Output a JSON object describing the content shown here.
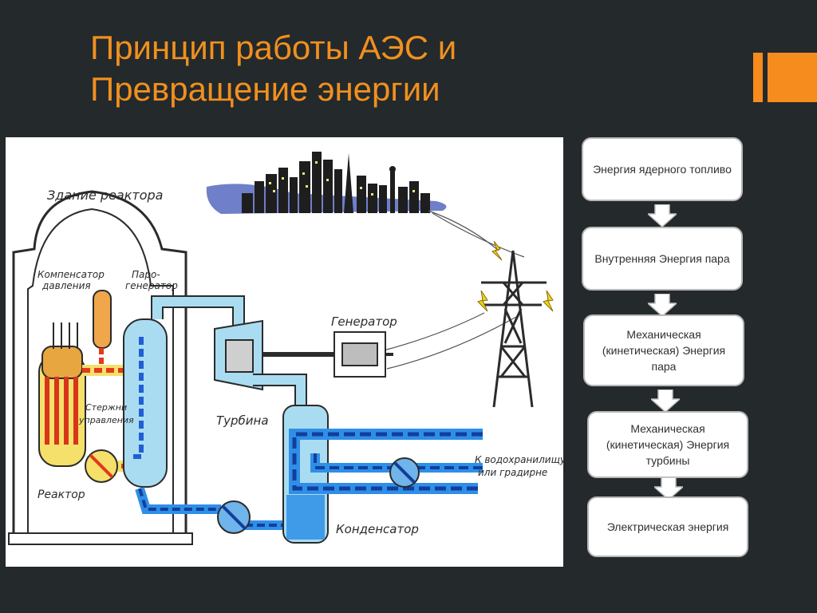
{
  "slide": {
    "title_line1": "Принцип работы АЭС и",
    "title_line2": "Превращение энергии",
    "accent": "#f68b1e"
  },
  "diagram": {
    "labels": {
      "reactor_building": "Здание реактора",
      "pressurizer": [
        "Компенсатор",
        "давления"
      ],
      "steam_generator": [
        "Паро-",
        "генератор"
      ],
      "generator": "Генератор",
      "control_rods": [
        "Стержни",
        "управления"
      ],
      "turbine": "Турбина",
      "reactor": "Реактор",
      "condenser": "Конденсатор",
      "to_reservoir": [
        "К водохранилищу",
        "или градирне"
      ]
    }
  },
  "flow": {
    "steps": [
      "Энергия ядерного топливо",
      "Внутренняя Энергия пара",
      "Механическая (кинетическая) Энергия пара",
      "Механическая (кинетическая) Энергия турбины",
      "Электрическая энергия"
    ]
  },
  "colors": {
    "background": "#24292c",
    "title": "#f0901f",
    "hot_loop": "#e23a1a",
    "cold_loop": "#1f5fd6",
    "water": "#a9dcf0",
    "fuel": "#f4e06a"
  }
}
